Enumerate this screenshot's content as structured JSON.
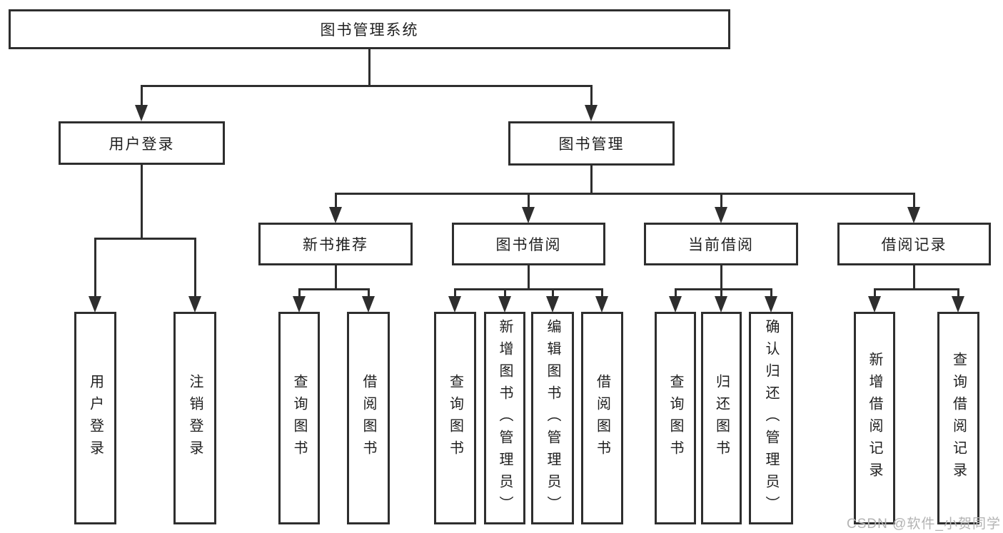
{
  "tree": {
    "root": {
      "label": "图书管理系统"
    },
    "branches": [
      {
        "label": "用户登录",
        "children": [
          "用户登录",
          "注销登录"
        ]
      },
      {
        "label": "图书管理",
        "children": [
          {
            "label": "新书推荐",
            "children": [
              "查询图书",
              "借阅图书"
            ]
          },
          {
            "label": "图书借阅",
            "children": [
              "查询图书",
              "新增图书（管理员）",
              "编辑图书（管理员）",
              "借阅图书"
            ]
          },
          {
            "label": "当前借阅",
            "children": [
              "查询图书",
              "归还图书",
              "确认归还（管理员）"
            ]
          },
          {
            "label": "借阅记录",
            "children": [
              "新增借阅记录",
              "查询借阅记录"
            ]
          }
        ]
      }
    ]
  },
  "watermark": {
    "text": "CSDN @软件_小贺同学"
  },
  "colors": {
    "line": "#2e2e2e",
    "text": "#1f1f1f",
    "watermark": "#b3b3b3",
    "background": "#ffffff"
  }
}
